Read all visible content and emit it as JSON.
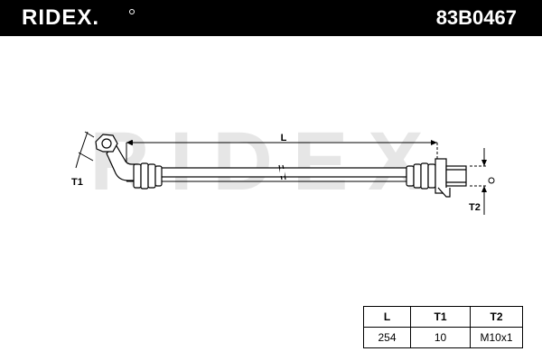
{
  "header": {
    "brand": "RIDEX.",
    "part_number": "83B0467"
  },
  "diagram": {
    "watermark": "RIDEX",
    "labels": {
      "length": "L",
      "thread_1": "T1",
      "thread_2": "T2"
    }
  },
  "spec_table": {
    "headers": [
      "L",
      "T1",
      "T2"
    ],
    "values": [
      "254",
      "10",
      "M10x1"
    ]
  },
  "colors": {
    "header_bg": "#000000",
    "header_text": "#ffffff",
    "watermark": "#e4e4e4"
  }
}
